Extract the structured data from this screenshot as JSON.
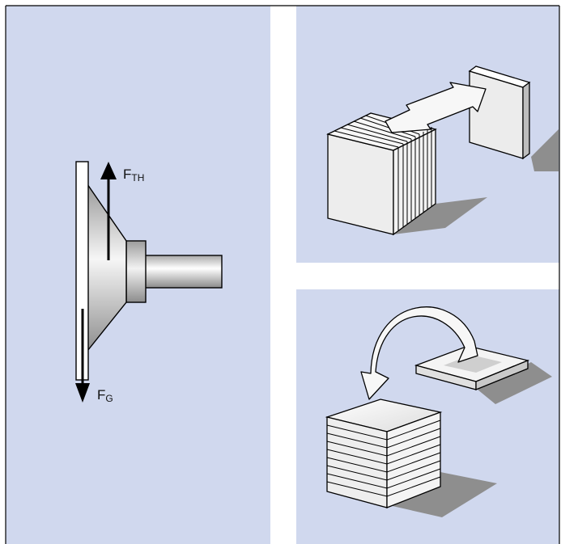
{
  "labels": {
    "thrust_main": "F",
    "thrust_sub": "TH",
    "gravity_main": "F",
    "gravity_sub": "G"
  },
  "colors": {
    "panel": "#d0d8ee",
    "gap": "#ffffff",
    "border": "#000000",
    "ink": "#111111",
    "shadow": "#8e8e8e",
    "metal_light": "#f4f4f4",
    "metal_dark": "#8a8a8a"
  }
}
